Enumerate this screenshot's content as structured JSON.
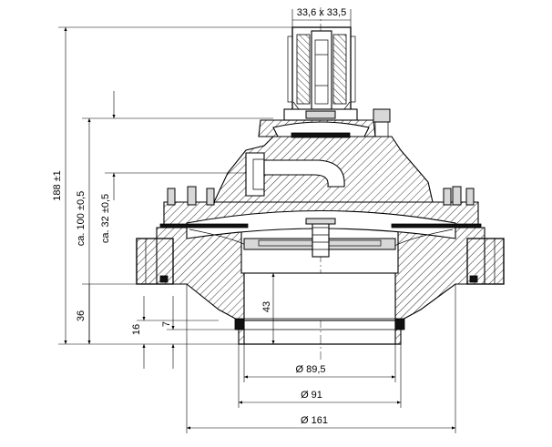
{
  "dimensions": {
    "coil_size": "33,6 x 33,5",
    "total_height": "188 ±1",
    "height_ca_100": "ca. 100 ±0,5",
    "height_ca_32": "ca. 32 ±0,5",
    "flange_height": "36",
    "outlet_depth": "43",
    "bottom_16": "16",
    "bottom_7": "7",
    "dia_89_5": "Ø 89,5",
    "dia_91": "Ø 91",
    "dia_161": "Ø 161"
  }
}
